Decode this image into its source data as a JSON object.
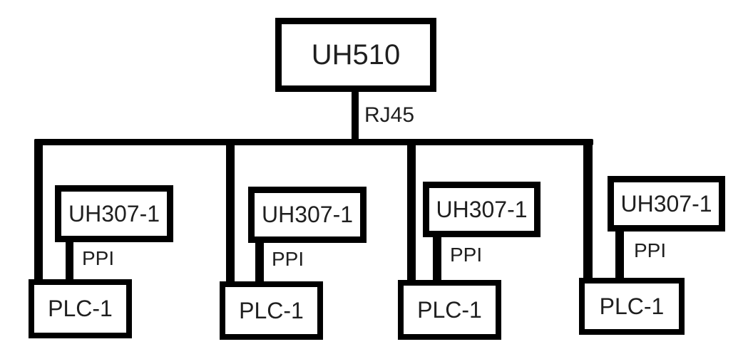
{
  "diagram": {
    "type": "network-topology",
    "colors": {
      "background": "#ffffff",
      "line": "#000000",
      "text": "#1f1f1f"
    },
    "root": {
      "label": "UH510"
    },
    "root_link_label": "RJ45",
    "branches": [
      {
        "gateway": "UH307-1",
        "link_label": "PPI",
        "device": "PLC-1"
      },
      {
        "gateway": "UH307-1",
        "link_label": "PPI",
        "device": "PLC-1"
      },
      {
        "gateway": "UH307-1",
        "link_label": "PPI",
        "device": "PLC-1"
      },
      {
        "gateway": "UH307-1",
        "link_label": "PPI",
        "device": "PLC-1"
      }
    ]
  }
}
